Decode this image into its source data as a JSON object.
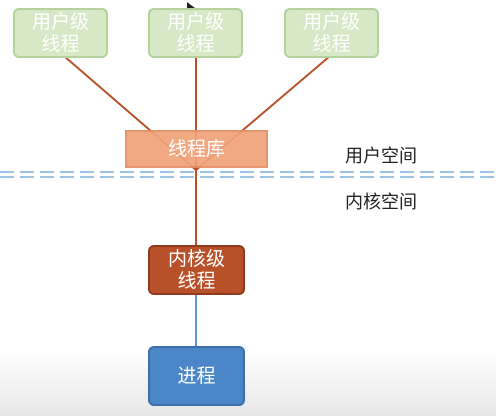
{
  "diagram": {
    "user_threads": [
      {
        "line1": "用户级",
        "line2": "线程"
      },
      {
        "line1": "用户级",
        "line2": "线程"
      },
      {
        "line1": "用户级",
        "line2": "线程"
      }
    ],
    "thread_library": "线程库",
    "kernel_thread": {
      "line1": "内核级",
      "line2": "线程"
    },
    "process": "进程",
    "labels": {
      "user_space": "用户空间",
      "kernel_space": "内核空间"
    },
    "colors": {
      "user_thread": "#d6e8c6",
      "thread_library": "#f0a27a",
      "kernel_thread": "#b8502a",
      "process": "#4a86c8",
      "connector_upper": "#b8502a",
      "connector_lower": "#5b9bd5",
      "divider": "#9dc3e6"
    }
  }
}
